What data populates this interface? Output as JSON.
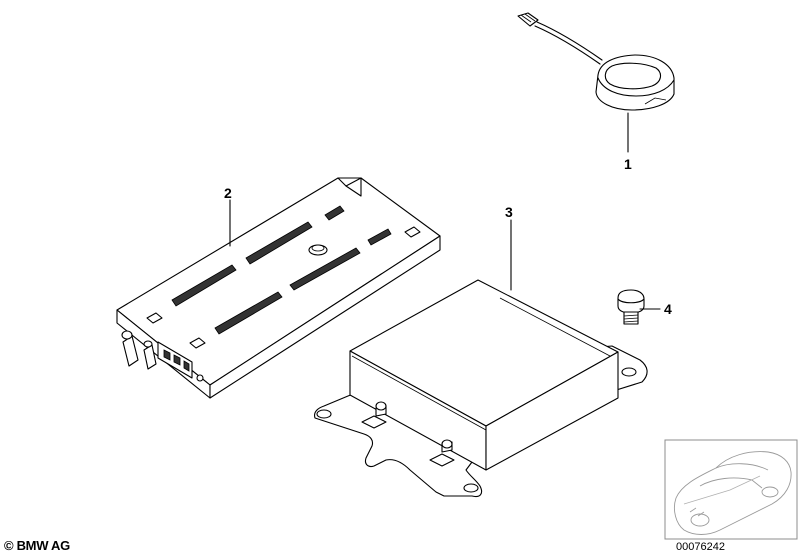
{
  "callouts": [
    "1",
    "2",
    "3",
    "4"
  ],
  "footer": {
    "copyright": "© BMW AG",
    "document_number": "00076242"
  }
}
